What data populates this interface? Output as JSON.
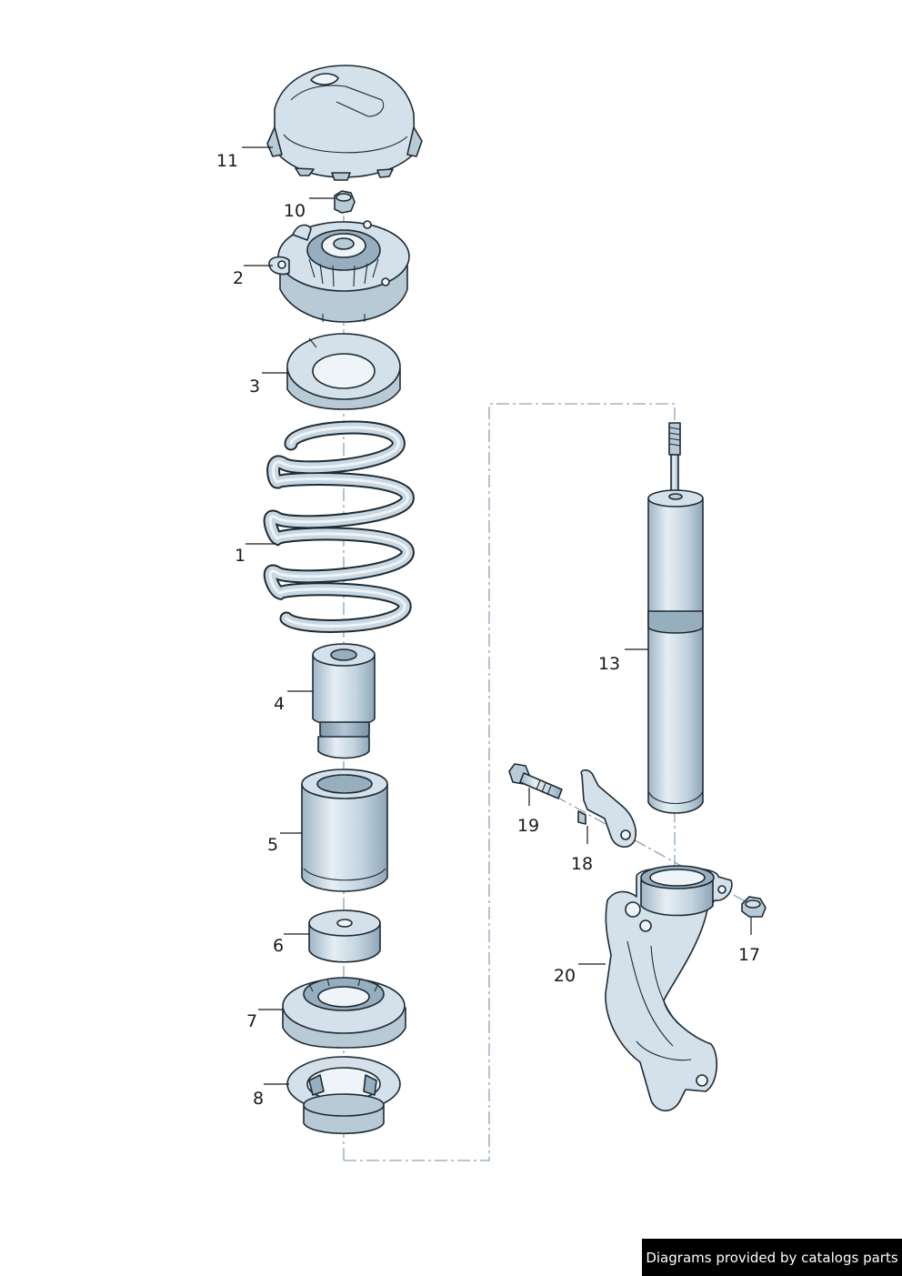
{
  "callouts": [
    {
      "id": "c11",
      "label": "11"
    },
    {
      "id": "c10",
      "label": "10"
    },
    {
      "id": "c2",
      "label": "2"
    },
    {
      "id": "c3",
      "label": "3"
    },
    {
      "id": "c1",
      "label": "1"
    },
    {
      "id": "c4",
      "label": "4"
    },
    {
      "id": "c5",
      "label": "5"
    },
    {
      "id": "c6",
      "label": "6"
    },
    {
      "id": "c7",
      "label": "7"
    },
    {
      "id": "c8",
      "label": "8"
    },
    {
      "id": "c13",
      "label": "13"
    },
    {
      "id": "c19",
      "label": "19"
    },
    {
      "id": "c18",
      "label": "18"
    },
    {
      "id": "c17",
      "label": "17"
    },
    {
      "id": "c20",
      "label": "20"
    }
  ],
  "credit": "Diagrams provided by catalogs parts"
}
